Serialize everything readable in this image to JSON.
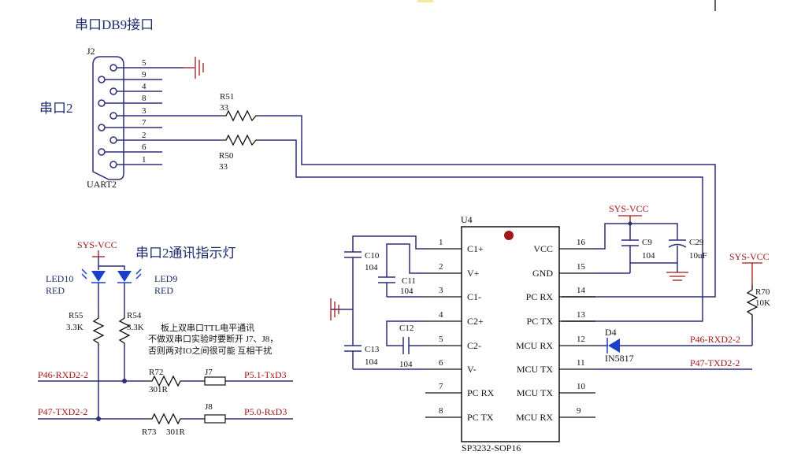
{
  "diagram": {
    "db9": {
      "title": "串口DB9接口",
      "ref": "J2",
      "name": "UART2",
      "port_label": "串口2",
      "pins": [
        "5",
        "9",
        "4",
        "8",
        "3",
        "7",
        "2",
        "6",
        "1"
      ]
    },
    "resistors": {
      "r51": {
        "ref": "R51",
        "value": "33"
      },
      "r50": {
        "ref": "R50",
        "value": "33"
      },
      "r55": {
        "ref": "R55",
        "value": "3.3K"
      },
      "r54": {
        "ref": "R54",
        "value": "3.3K"
      },
      "r72": {
        "ref": "R72",
        "value": "301R"
      },
      "r73": {
        "ref": "R73",
        "value": "301R"
      },
      "r70": {
        "ref": "R70",
        "value": "10K"
      }
    },
    "leds": {
      "led10": {
        "ref": "LED10",
        "color": "RED"
      },
      "led9": {
        "ref": "LED9",
        "color": "RED"
      },
      "section_title": "串口2通讯指示灯"
    },
    "jumpers": {
      "j7": {
        "ref": "J7",
        "net": "P5.1-TxD3"
      },
      "j8": {
        "ref": "J8",
        "net": "P5.0-RxD3"
      }
    },
    "note_lines": [
      "板上双串口TTL电平通讯",
      "不做双串口实验时要断开 J7、J8，",
      "否则两对IO之间很可能 互相干扰"
    ],
    "power": {
      "sys_vcc": "SYS-VCC"
    },
    "nets": {
      "p46": "P46-RXD2-2",
      "p47": "P47-TXD2-2"
    },
    "ic": {
      "ref": "U4",
      "part": "SP3232-SOP16",
      "left_pins": [
        {
          "num": "1",
          "name": "C1+"
        },
        {
          "num": "2",
          "name": "V+"
        },
        {
          "num": "3",
          "name": "C1-"
        },
        {
          "num": "4",
          "name": "C2+"
        },
        {
          "num": "5",
          "name": "C2-"
        },
        {
          "num": "6",
          "name": "V-"
        },
        {
          "num": "7",
          "name": "PC RX"
        },
        {
          "num": "8",
          "name": "PC TX"
        }
      ],
      "right_pins": [
        {
          "num": "16",
          "name": "VCC"
        },
        {
          "num": "15",
          "name": "GND"
        },
        {
          "num": "14",
          "name": "PC RX"
        },
        {
          "num": "13",
          "name": "PC TX"
        },
        {
          "num": "12",
          "name": "MCU RX"
        },
        {
          "num": "11",
          "name": "MCU TX"
        },
        {
          "num": "10",
          "name": "MCU TX"
        },
        {
          "num": "9",
          "name": "MCU RX"
        }
      ]
    },
    "capacitors": {
      "c10": {
        "ref": "C10",
        "value": "104"
      },
      "c11": {
        "ref": "C11",
        "value": "104"
      },
      "c12": {
        "ref": "C12",
        "value": "104"
      },
      "c13": {
        "ref": "C13",
        "value": "104"
      },
      "c9": {
        "ref": "C9",
        "value": "104"
      },
      "c29": {
        "ref": "C29",
        "value": "10uF"
      }
    },
    "diode": {
      "ref": "D4",
      "part": "IN5817"
    },
    "colors": {
      "wire_blue": "#2d2d7a",
      "text_navy": "#1f2c6e",
      "power_red": "#a01818",
      "led_blue": "#1a3fc8"
    }
  }
}
